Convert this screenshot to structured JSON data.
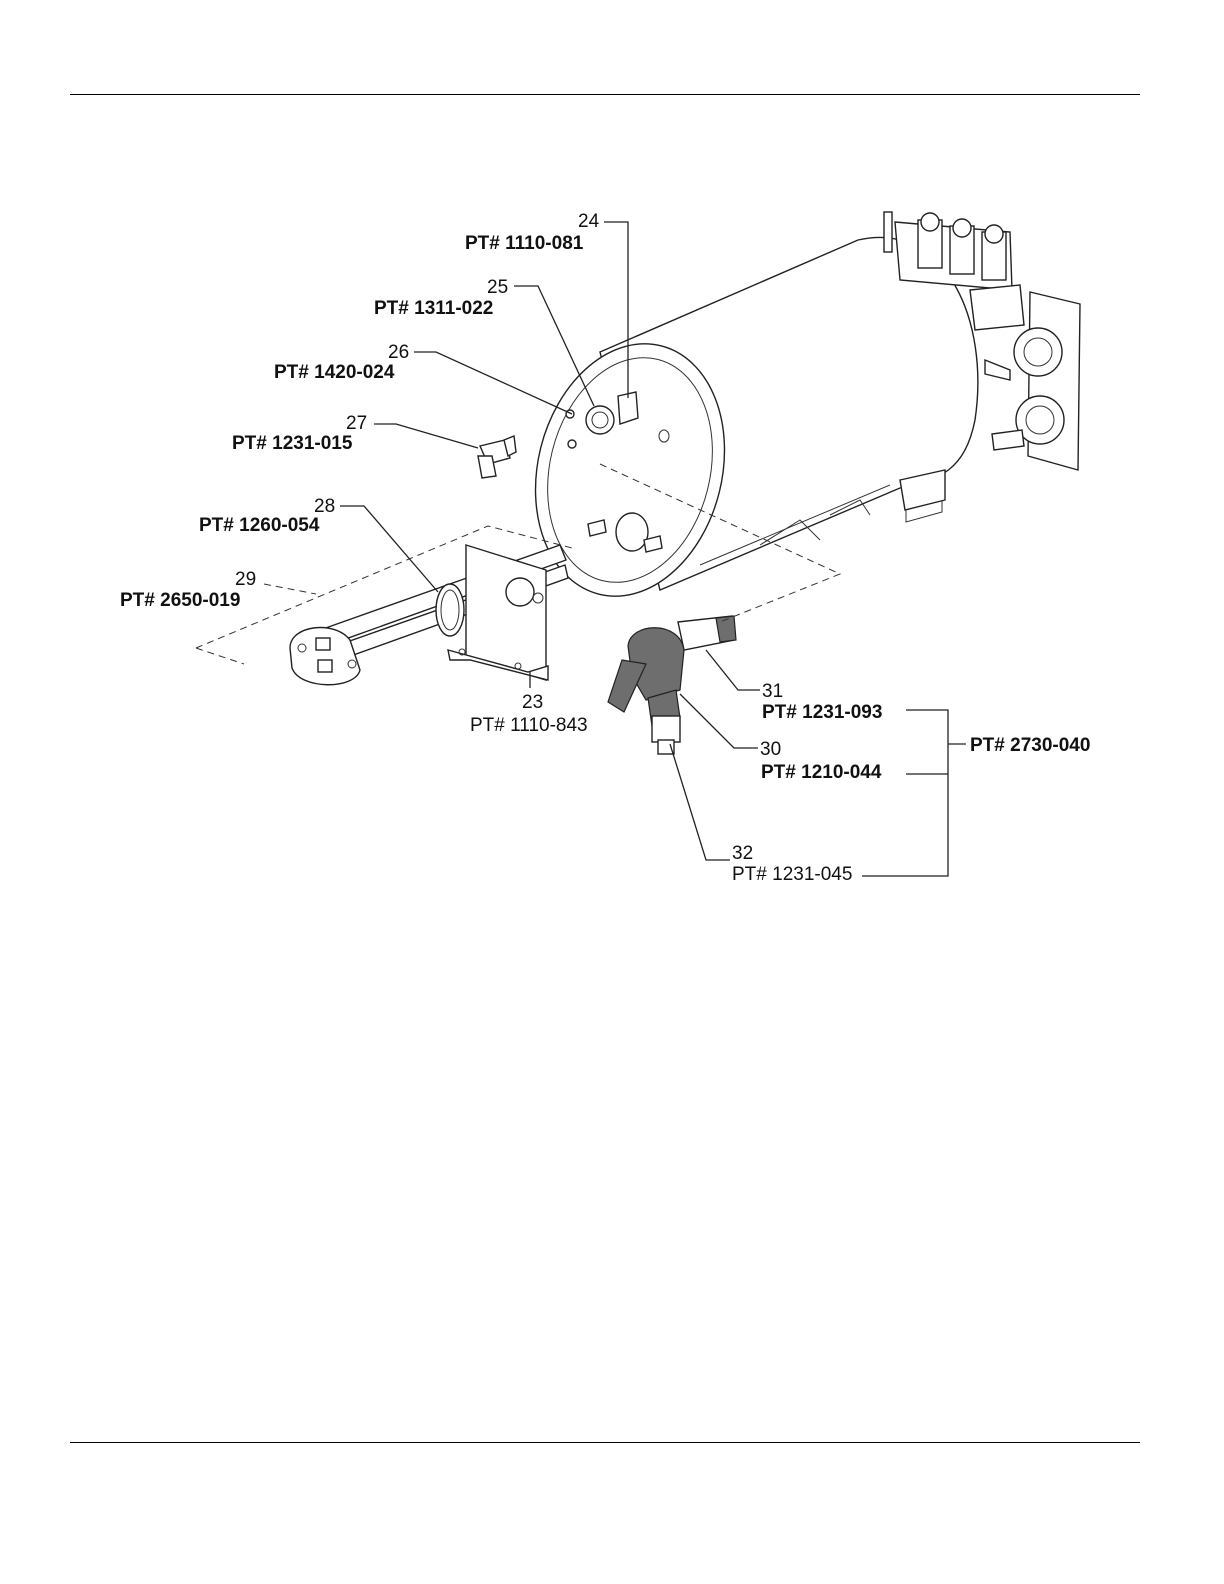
{
  "callouts": {
    "c24": {
      "num": "24",
      "pt": "PT# 1110-081"
    },
    "c25": {
      "num": "25",
      "pt": "PT# 1311-022"
    },
    "c26": {
      "num": "26",
      "pt": "PT# 1420-024"
    },
    "c27": {
      "num": "27",
      "pt": "PT# 1231-015"
    },
    "c28": {
      "num": "28",
      "pt": "PT# 1260-054"
    },
    "c29": {
      "num": "29",
      "pt": "PT# 2650-019"
    },
    "c23": {
      "num": "23",
      "pt": "PT# 1110-843"
    },
    "c31": {
      "num": "31",
      "pt": "PT# 1231-093"
    },
    "c30": {
      "num": "30",
      "pt": "PT# 1210-044"
    },
    "c32": {
      "num": "32",
      "pt": "PT# 1231-045"
    }
  },
  "assembly": {
    "pt": "PT# 2730-040"
  }
}
